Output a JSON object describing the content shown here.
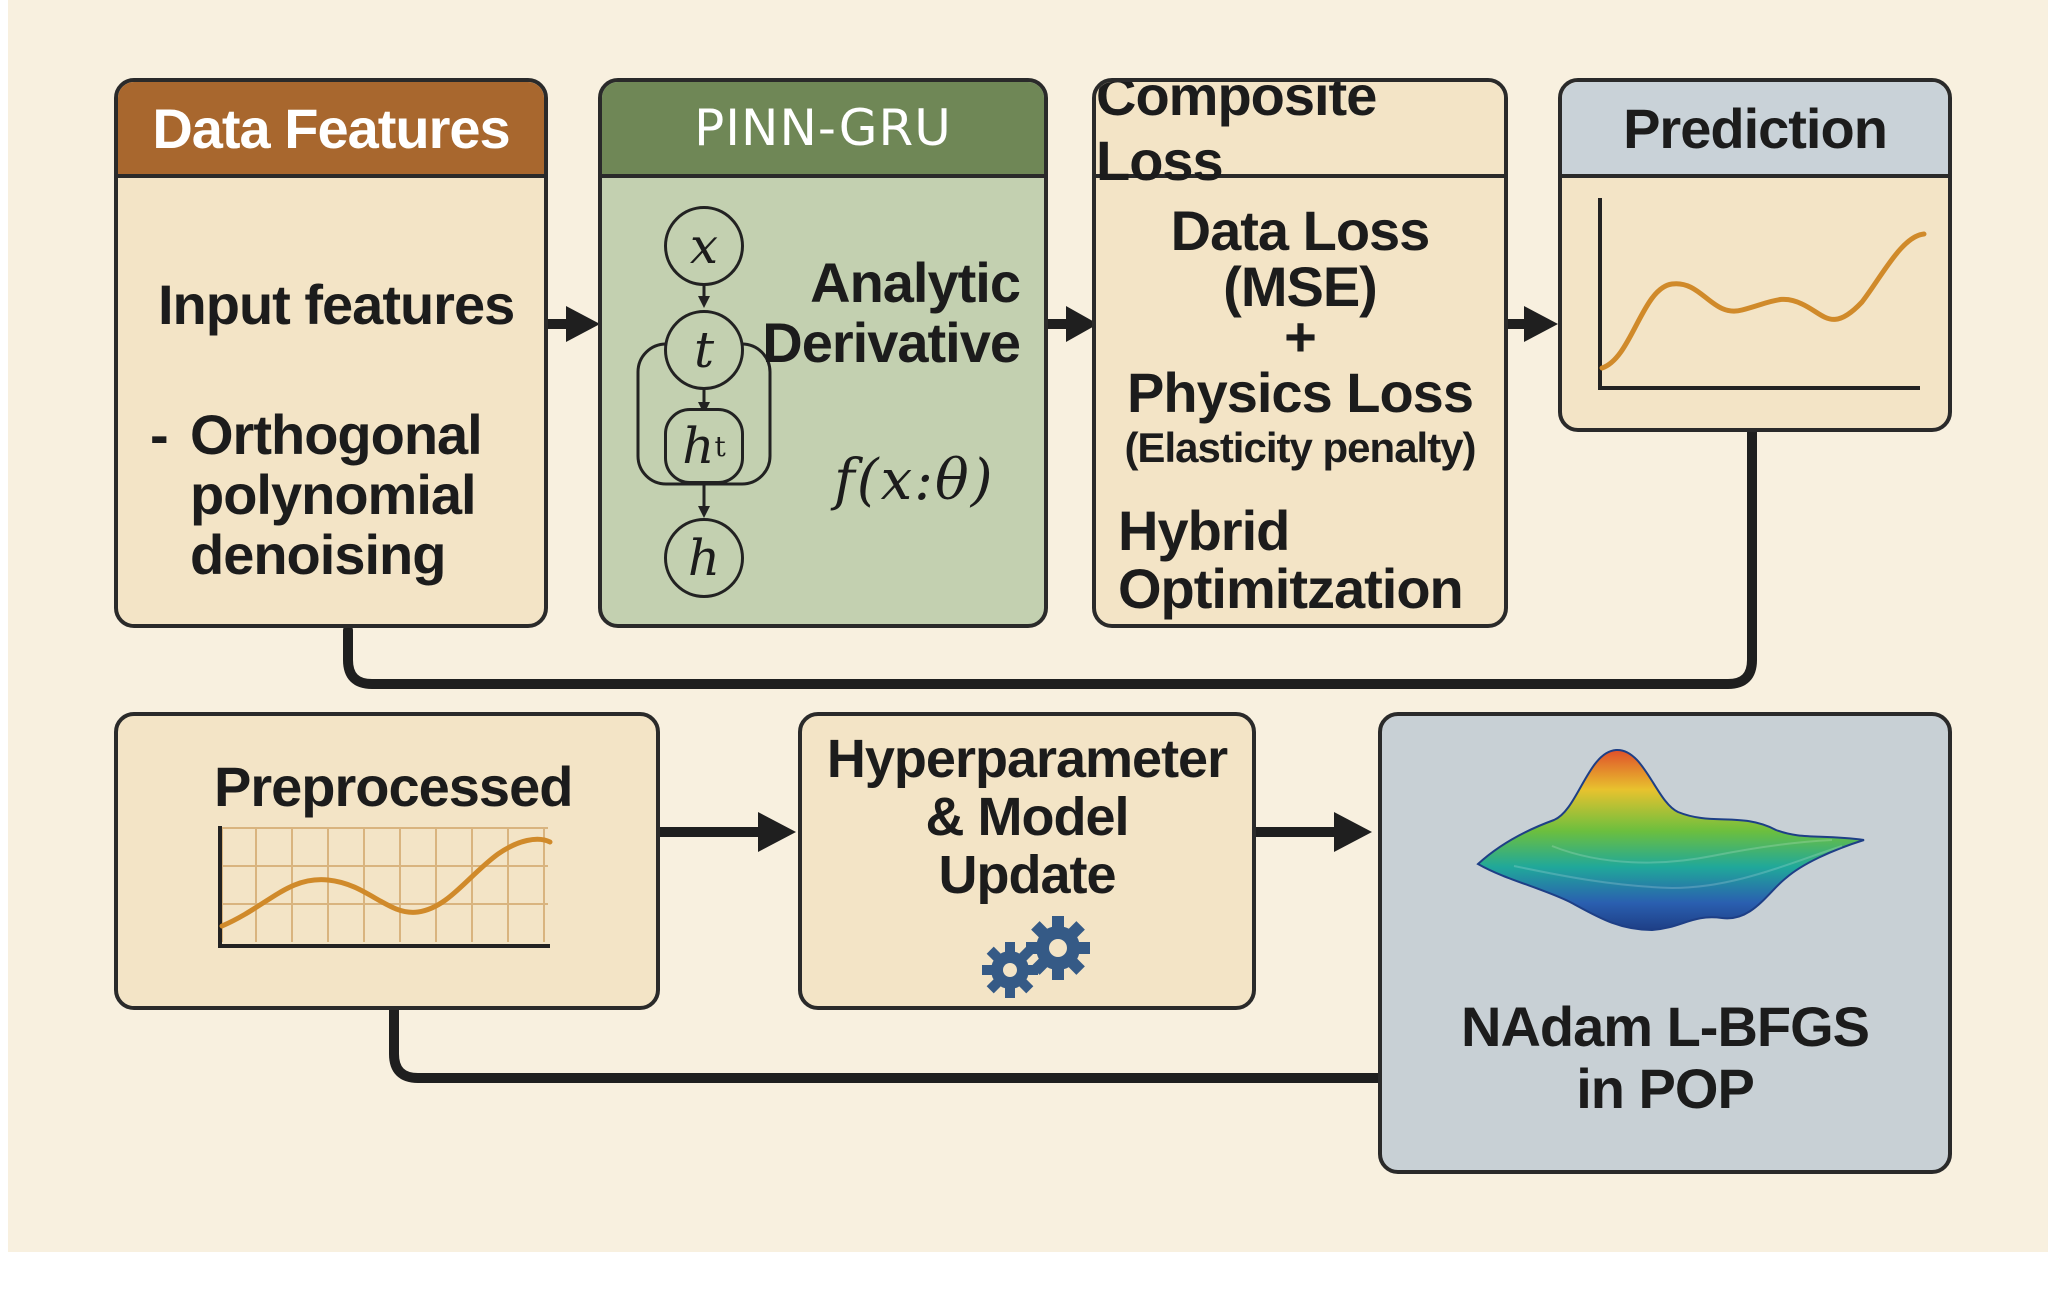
{
  "colors": {
    "canvas": "#f8f0df",
    "box_fill": "#f3e4c6",
    "data_header": "#a8672e",
    "pinn_header": "#6f8756",
    "pinn_body": "#c3d0b0",
    "prediction_header": "#c9d2d8",
    "optimizer_fill": "#c8d0d5",
    "curve": "#d08a2a",
    "gear": "#355a86",
    "connector": "#1f1f1f"
  },
  "data_features": {
    "title": "Data Features",
    "input_label": "Input features",
    "bullet_dash": "-",
    "bullet_lines": [
      "Orthogonal",
      "polynomial",
      "denoising"
    ]
  },
  "pinn_gru": {
    "title": "PINN-GRU",
    "nodes": {
      "x": "x",
      "t": "t",
      "ht": "h",
      "ht_sub": "t",
      "h": "h"
    },
    "analytic_lines": [
      "Analytic",
      "Derivative"
    ],
    "formula": "f(x:θ)"
  },
  "composite_loss": {
    "title": "Composite Loss",
    "data_loss": "Data Loss",
    "mse": "(MSE)",
    "plus": "+",
    "physics_loss": "Physics Loss",
    "elasticity": "(Elasticity penalty)",
    "hybrid_lines": [
      "Hybrid",
      "Optimitzation"
    ]
  },
  "prediction": {
    "title": "Prediction",
    "icon": "line-chart-icon"
  },
  "preprocessed": {
    "title": "Preprocessed",
    "icon": "gridded-line-chart-icon"
  },
  "hyperparameter": {
    "title_lines": [
      "Hyperparameter",
      "& Model",
      "Update"
    ],
    "icon": "gears-icon"
  },
  "optimizer": {
    "lines": [
      "NAdam L-BFGS",
      "in POP"
    ],
    "icon": "surface-plot-icon"
  }
}
